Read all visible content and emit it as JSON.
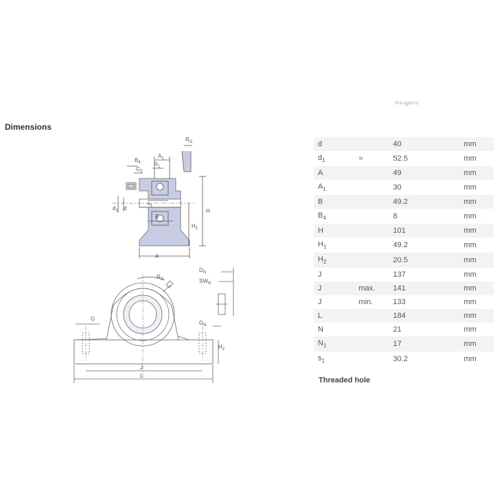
{
  "cropped_text": "Ringers",
  "section_title": "Dimensions",
  "threaded_hole_title": "Threaded hole",
  "dimensions": [
    {
      "symbol": "d",
      "sub": "",
      "qualifier": "",
      "value": "40",
      "unit": "mm"
    },
    {
      "symbol": "d",
      "sub": "1",
      "qualifier": "≈",
      "value": "52.5",
      "unit": "mm"
    },
    {
      "symbol": "A",
      "sub": "",
      "qualifier": "",
      "value": "49",
      "unit": "mm"
    },
    {
      "symbol": "A",
      "sub": "1",
      "qualifier": "",
      "value": "30",
      "unit": "mm"
    },
    {
      "symbol": "B",
      "sub": "",
      "qualifier": "",
      "value": "49.2",
      "unit": "mm"
    },
    {
      "symbol": "B",
      "sub": "4",
      "qualifier": "",
      "value": "8",
      "unit": "mm"
    },
    {
      "symbol": "H",
      "sub": "",
      "qualifier": "",
      "value": "101",
      "unit": "mm"
    },
    {
      "symbol": "H",
      "sub": "1",
      "qualifier": "",
      "value": "49.2",
      "unit": "mm"
    },
    {
      "symbol": "H",
      "sub": "2",
      "qualifier": "",
      "value": "20.5",
      "unit": "mm"
    },
    {
      "symbol": "J",
      "sub": "",
      "qualifier": "",
      "value": "137",
      "unit": "mm"
    },
    {
      "symbol": "J",
      "sub": "",
      "qualifier": "max.",
      "value": "141",
      "unit": "mm"
    },
    {
      "symbol": "J",
      "sub": "",
      "qualifier": "min.",
      "value": "133",
      "unit": "mm"
    },
    {
      "symbol": "L",
      "sub": "",
      "qualifier": "",
      "value": "184",
      "unit": "mm"
    },
    {
      "symbol": "N",
      "sub": "",
      "qualifier": "",
      "value": "21",
      "unit": "mm"
    },
    {
      "symbol": "N",
      "sub": "1",
      "qualifier": "",
      "value": "17",
      "unit": "mm"
    },
    {
      "symbol": "s",
      "sub": "1",
      "qualifier": "",
      "value": "30.2",
      "unit": "mm"
    }
  ],
  "drawing_labels": {
    "r_g": "R",
    "r_g_sub": "G",
    "a1": "A",
    "a1_sub": "1",
    "b4": "B",
    "b4_sub": "4",
    "r1": "R",
    "r1_sub": "1",
    "g2": "G",
    "g2_sub": "2",
    "d1": "d",
    "d1_sub": "1",
    "d": "d",
    "s1": "s",
    "s1_sub": "1",
    "b": "B",
    "h": "H",
    "h1": "H",
    "h1_sub": "1",
    "a": "A",
    "dn": "D",
    "dn_sub": "N",
    "swn": "SW",
    "swn_sub": "N",
    "r_g2": "R",
    "r_g2_sub": "G",
    "g": "G",
    "gn": "G",
    "gn_sub": "N",
    "h2": "H",
    "h2_sub": "2",
    "j": "J",
    "l": "L"
  },
  "colors": {
    "accent_fill": "#c9cde3",
    "line": "#555555",
    "row_stripe": "#f3f3f3"
  }
}
